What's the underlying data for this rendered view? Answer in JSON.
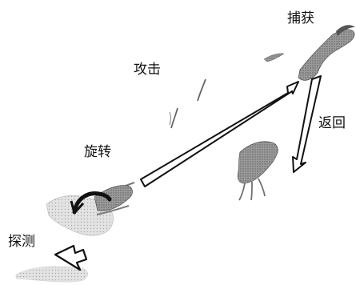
{
  "labels": {
    "capture": "捕获",
    "attack": "攻击",
    "return": "返回",
    "rotate": "旋转",
    "detect": "探测"
  },
  "colors": {
    "ink": "#111111",
    "shade": "#6f6f6f",
    "light_shade": "#a7a7a7",
    "arrow_fill": "#ffffff"
  }
}
